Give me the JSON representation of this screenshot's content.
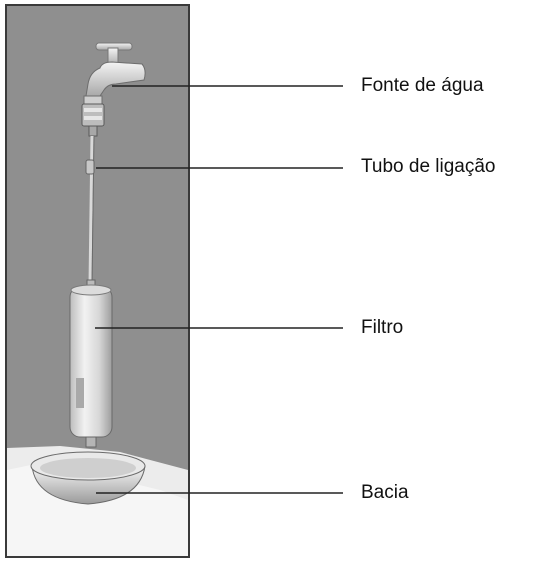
{
  "labels": {
    "water_source": "Fonte de água",
    "connecting_tube": "Tubo de ligação",
    "filter": "Filtro",
    "basin": "Bacia"
  },
  "colors": {
    "wall": "#8f8f8f",
    "frame": "#3a3a3a",
    "floor": "#eeeeee",
    "pointer": "#222222"
  }
}
